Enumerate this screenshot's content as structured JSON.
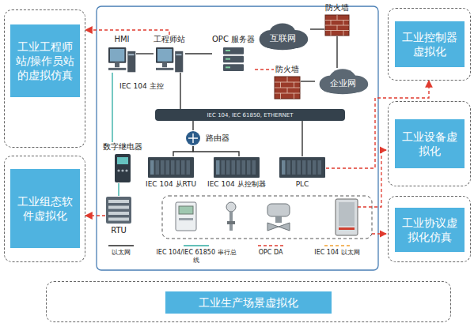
{
  "diagram": {
    "nodes": [
      {
        "text": [
          "工业工程师站/操作员站的虚拟仿真"
        ]
      },
      {
        "text": [
          "工业组态软件虚拟化"
        ]
      },
      {
        "text": [
          "工业控制器虚拟化"
        ]
      },
      {
        "text": [
          "工业设备虚拟化"
        ]
      },
      {
        "text": [
          "工业协议虚拟化仿真"
        ]
      },
      {
        "text": [
          "工业生产场景虚拟化"
        ]
      },
      {
        "text": [
          "互联网"
        ]
      },
      {
        "text": [
          "防火墙"
        ]
      },
      {
        "text": [
          "HMI"
        ]
      },
      {
        "text": [
          "工程师站"
        ]
      },
      {
        "text": [
          "OPC 服务器"
        ]
      },
      {
        "text": [
          "防火墙"
        ]
      },
      {
        "text": [
          "企业网"
        ]
      },
      {
        "text": [
          "IEC 104, IEC 61850, ETHERNET"
        ]
      },
      {
        "text": [
          "路由器"
        ]
      },
      {
        "text": [
          "数字继电器"
        ]
      },
      {
        "text": [
          "IEC 104 从RTU"
        ]
      },
      {
        "text": [
          "IEC 104 从控制器"
        ]
      },
      {
        "text": [
          "PLC"
        ]
      },
      {
        "text": [
          "RTU"
        ]
      }
    ],
    "edges": [
      {
        "from": 8,
        "to": 9,
        "arrow": "none"
      },
      {
        "from": 9,
        "to": 10,
        "arrow": "none"
      },
      {
        "from": 10,
        "to": 11,
        "arrow": "none"
      },
      {
        "from": 11,
        "to": 12,
        "arrow": "none"
      },
      {
        "from": 12,
        "to": 7,
        "arrow": "none"
      },
      {
        "from": 7,
        "to": 6,
        "arrow": "none"
      },
      {
        "from": 8,
        "to": 15,
        "arrow": "none"
      },
      {
        "from": 15,
        "to": 19,
        "arrow": "none"
      },
      {
        "from": 9,
        "to": 13,
        "arrow": "none"
      },
      {
        "from": 13,
        "to": 14,
        "arrow": "none"
      },
      {
        "from": 14,
        "to": 16,
        "arrow": "none"
      },
      {
        "from": 14,
        "to": 17,
        "arrow": "none"
      },
      {
        "from": 13,
        "to": 18,
        "arrow": "none"
      },
      {
        "from": 9,
        "to": 0,
        "arrow": "to"
      },
      {
        "from": 19,
        "to": 1,
        "arrow": "to"
      },
      {
        "from": 18,
        "to": 2,
        "arrow": "to"
      }
    ],
    "labels": [
      "IEC 104 主控"
    ],
    "legend": [
      {
        "text": "以太网"
      },
      {
        "text": "IEC 104/IEC 61850 串行总线"
      },
      {
        "text": "OPC DA"
      },
      {
        "text": "IEC 104 以太网"
      }
    ]
  }
}
